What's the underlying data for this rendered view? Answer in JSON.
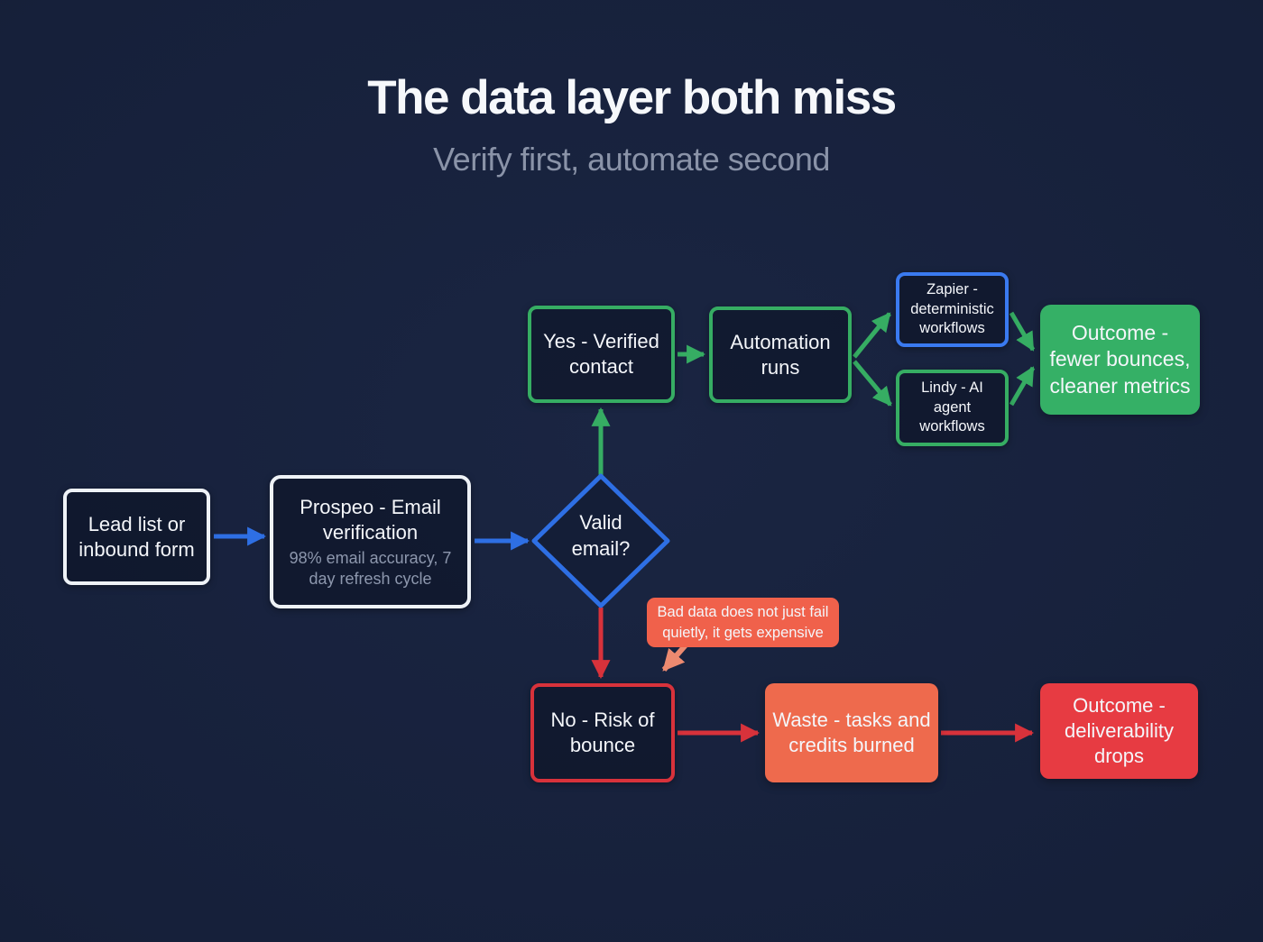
{
  "title": "The data layer both miss",
  "subtitle": "Verify first, automate second",
  "nodes": {
    "lead": {
      "label": "Lead list or inbound form"
    },
    "prospeo": {
      "title": "Prospeo - Email verification",
      "subtitle": "98% email accuracy, 7 day refresh cycle"
    },
    "decision": {
      "line1": "Valid",
      "line2": "email?"
    },
    "yes_branch": {
      "label": "Yes - Verified contact"
    },
    "automation": {
      "label": "Automation runs"
    },
    "zapier": {
      "label": "Zapier - deterministic workflows"
    },
    "lindy": {
      "label": "Lindy - AI agent workflows"
    },
    "outcome_good": {
      "label": "Outcome - fewer bounces, cleaner metrics"
    },
    "no_branch": {
      "label": "No - Risk of bounce"
    },
    "waste": {
      "label": "Waste - tasks and credits burned"
    },
    "outcome_bad": {
      "label": "Outcome - deliverability drops"
    },
    "callout": {
      "label": "Bad data does not just fail quietly, it gets expensive"
    }
  },
  "edges": [
    {
      "from": "lead",
      "to": "prospeo",
      "color": "#2e6fe4"
    },
    {
      "from": "prospeo",
      "to": "decision",
      "color": "#2e6fe4"
    },
    {
      "from": "decision",
      "to": "yes_branch",
      "color": "#36ad63"
    },
    {
      "from": "yes_branch",
      "to": "automation",
      "color": "#36ad63"
    },
    {
      "from": "automation",
      "to": "zapier",
      "color": "#36ad63"
    },
    {
      "from": "automation",
      "to": "lindy",
      "color": "#36ad63"
    },
    {
      "from": "zapier",
      "to": "outcome_good",
      "color": "#36ad63"
    },
    {
      "from": "lindy",
      "to": "outcome_good",
      "color": "#36ad63"
    },
    {
      "from": "decision",
      "to": "no_branch",
      "color": "#d8323b"
    },
    {
      "from": "no_branch",
      "to": "waste",
      "color": "#d8323b"
    },
    {
      "from": "waste",
      "to": "outcome_bad",
      "color": "#d8323b"
    },
    {
      "from": "callout",
      "to": "no_branch",
      "color": "#ec8a70"
    }
  ],
  "colors": {
    "background": "#16203a",
    "white_border": "#eef2f7",
    "blue": "#2e6fe4",
    "blue_border": "#3a7af0",
    "green": "#36ad63",
    "green_fill": "#35b066",
    "red": "#d8323b",
    "red_fill": "#e73b42",
    "orange_fill": "#ee6a4d",
    "callout_fill": "#f0614b",
    "callout_arrow": "#ec8a70",
    "muted_text": "#8a93a8"
  }
}
